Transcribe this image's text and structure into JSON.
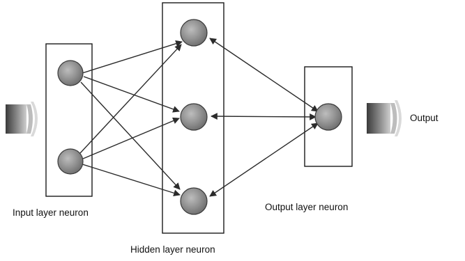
{
  "labels": {
    "input_layer": "Input layer neuron",
    "hidden_layer": "Hidden layer neuron",
    "output_layer": "Output layer neuron",
    "output": "Output"
  },
  "layers": {
    "input": {
      "neuron_count": 2
    },
    "hidden": {
      "neuron_count": 3
    },
    "output": {
      "neuron_count": 1
    }
  },
  "connections": {
    "input_to_hidden": "one-way arrows, every input neuron to every hidden neuron",
    "hidden_to_output": "two-way arrows, every hidden neuron to the output neuron"
  },
  "colors": {
    "neuron_fill": "#8c8c8c",
    "neuron_highlight": "#bdbdbd",
    "neuron_stroke": "#3a3a3a",
    "box_stroke": "#1a1a1a",
    "arrow": "#2b2b2b",
    "signal_dark": "#3a3a3a",
    "signal_light": "#c8c8c8"
  },
  "icons": {
    "input_signal": "input-signal-icon",
    "output_signal": "output-signal-icon"
  }
}
